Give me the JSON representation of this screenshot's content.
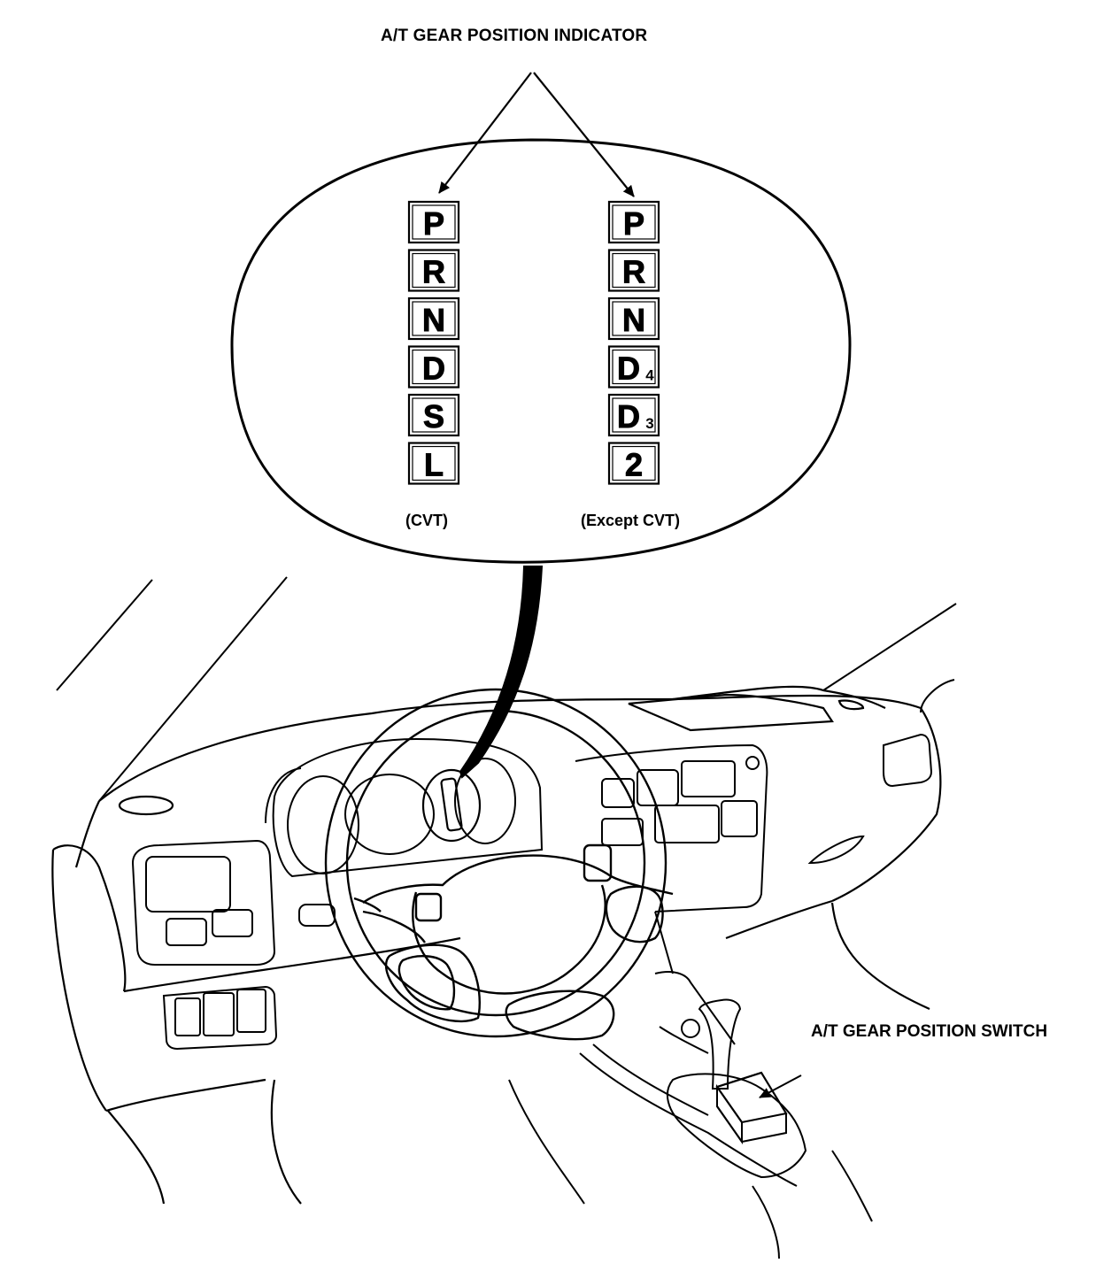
{
  "labels": {
    "indicator_title": "A/T GEAR POSITION INDICATOR",
    "cvt": "(CVT)",
    "except_cvt": "(Except CVT)",
    "switch_title": "A/T GEAR POSITION SWITCH"
  },
  "cvt_positions": [
    {
      "main": "P",
      "sub": ""
    },
    {
      "main": "R",
      "sub": ""
    },
    {
      "main": "N",
      "sub": ""
    },
    {
      "main": "D",
      "sub": ""
    },
    {
      "main": "S",
      "sub": ""
    },
    {
      "main": "L",
      "sub": ""
    }
  ],
  "except_cvt_positions": [
    {
      "main": "P",
      "sub": ""
    },
    {
      "main": "R",
      "sub": ""
    },
    {
      "main": "N",
      "sub": ""
    },
    {
      "main": "D",
      "sub": "4"
    },
    {
      "main": "D",
      "sub": "3"
    },
    {
      "main": "2",
      "sub": ""
    }
  ]
}
